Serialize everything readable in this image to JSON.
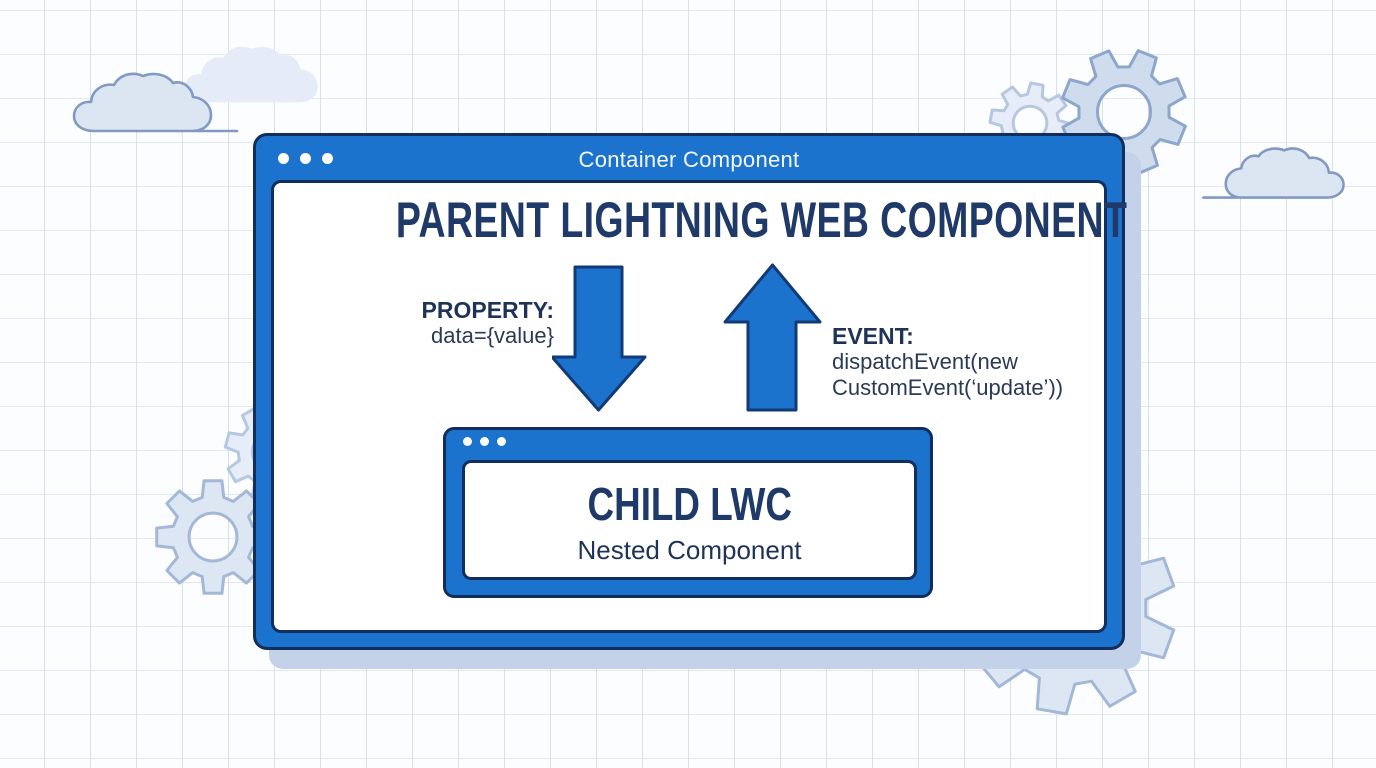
{
  "container_window": {
    "title": "Container Component",
    "heading": "PARENT LIGHTNING WEB COMPONENT",
    "property": {
      "label": "PROPERTY:",
      "code": "data={value}"
    },
    "event": {
      "label": "EVENT:",
      "code_line1": "dispatchEvent(new",
      "code_line2": "CustomEvent(‘update’))"
    },
    "child_window": {
      "heading": "CHILD LWC",
      "subtitle": "Nested Component"
    }
  },
  "colors": {
    "page_bg": "#fcfdfe",
    "grid_line_v": "#d4dcea",
    "grid_line_h": "#dee4f0",
    "window_blue": "#1b73ce",
    "outline_navy": "#112e5c",
    "titlebar_text": "#f4f8fd",
    "panel_white": "#ffffff",
    "dot_white": "#ffffff",
    "heading_navy": "#1f3a68",
    "label_navy": "#1e3355",
    "code_text": "#2b3a55",
    "arrow_fill": "#1b73ce",
    "arrow_outline": "#123a76",
    "shadow_blue": "#c3d2e9",
    "cloud_fill": "#dce5f2",
    "cloud_fill_light": "#e5ebf7",
    "cloud_outline": "#8299c1",
    "gear_strong_fill": "#cfdcee",
    "gear_strong_stroke": "#8da6cb",
    "gear_mid_fill": "#dde6f3",
    "gear_mid_stroke": "#a2b8d6",
    "gear_light_fill": "#e6edf8",
    "gear_light_stroke": "#b6c7e0"
  }
}
